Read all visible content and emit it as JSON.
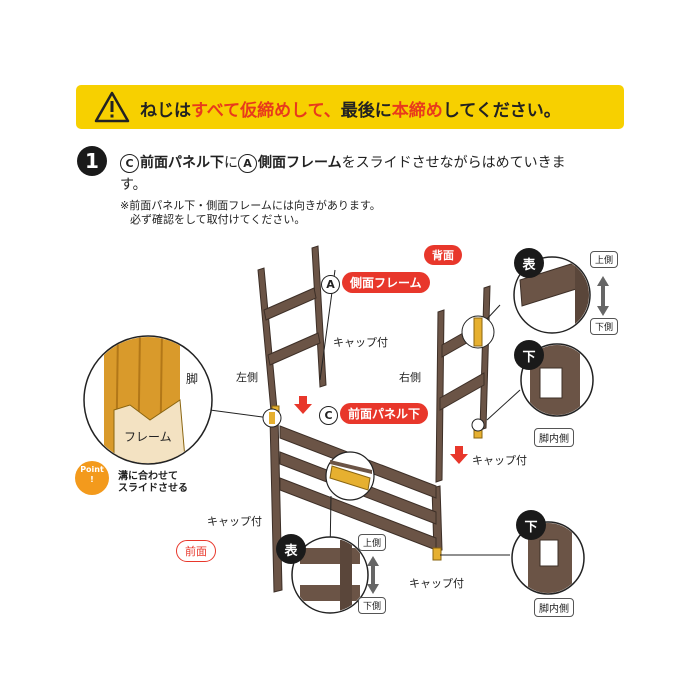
{
  "banner": {
    "p1": "ねじは",
    "p2": "すべて仮締めして、",
    "p3": "最後に",
    "p4": "本締め",
    "p5": "してください。"
  },
  "step": {
    "number": "1",
    "c_mark": "C",
    "c_part": "前面パネル下",
    "connector": "に",
    "a_mark": "A",
    "a_part": "側面フレーム",
    "rest": "をスライドさせながらはめていきます。",
    "note1": "※前面パネル下・側面フレームには向きがあります。",
    "note2": "必ず確認をして取付けてください。"
  },
  "labels": {
    "back": "背面",
    "front": "前面",
    "side_frame_mark": "A",
    "side_frame": "側面フレーム",
    "front_panel_mark": "C",
    "front_panel": "前面パネル下",
    "cap1": "キャップ付",
    "cap2": "キャップ付",
    "cap3": "キャップ付",
    "cap4": "キャップ付",
    "left": "左側",
    "right": "右側",
    "leg": "脚",
    "frame": "フレーム",
    "point_badge": "Point",
    "point_text1": "溝に合わせて",
    "point_text2": "スライドさせる",
    "omote1": "表",
    "omote2": "表",
    "shita1": "下",
    "shita2": "下",
    "upper1": "上側",
    "lower1": "下側",
    "upper2": "上側",
    "lower2": "下側",
    "leg_inner1": "脚内側",
    "leg_inner2": "脚内側"
  },
  "colors": {
    "banner": "#f7d000",
    "accent_red": "#e8372b",
    "frame_brown": "#6b5446",
    "cap_yellow": "#e6b030",
    "wood": "#d99a2b"
  }
}
